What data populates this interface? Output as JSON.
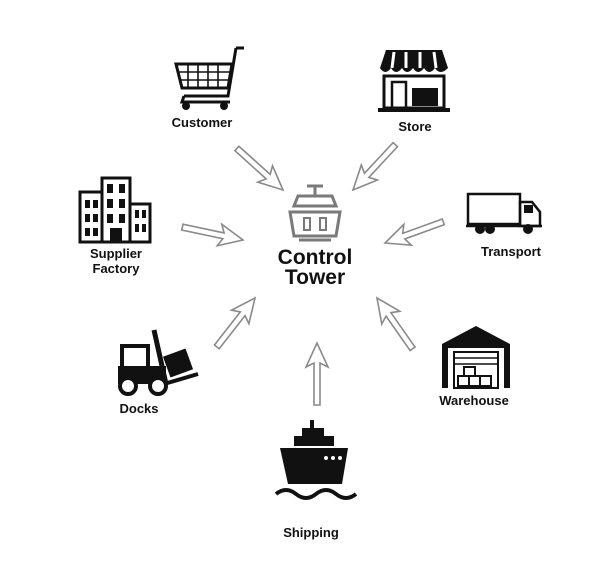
{
  "center": {
    "line1": "Control",
    "line2": "Tower",
    "icon": "control-tower-icon"
  },
  "nodes": [
    {
      "id": "customer",
      "label": "Customer",
      "icon": "shopping-cart-icon"
    },
    {
      "id": "store",
      "label": "Store",
      "icon": "storefront-icon"
    },
    {
      "id": "supplier",
      "line1": "Supplier",
      "line2": "Factory",
      "icon": "factory-building-icon"
    },
    {
      "id": "transport",
      "label": "Transport",
      "icon": "truck-icon"
    },
    {
      "id": "docks",
      "label": "Docks",
      "icon": "forklift-icon"
    },
    {
      "id": "warehouse",
      "label": "Warehouse",
      "icon": "warehouse-icon"
    },
    {
      "id": "shipping",
      "label": "Shipping",
      "icon": "ship-icon"
    }
  ],
  "colors": {
    "arrow_stroke": "#8a8a8a",
    "icon": "#111111",
    "tower_icon": "#7a7a7a"
  }
}
